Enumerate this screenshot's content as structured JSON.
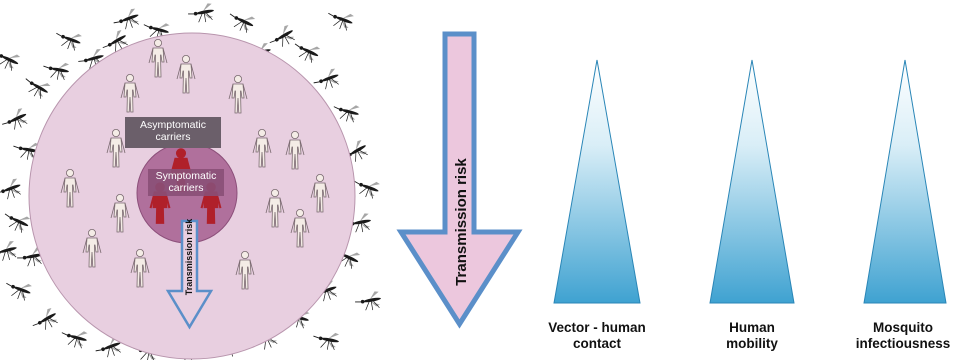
{
  "left_panel": {
    "asymptomatic_label": [
      "Asymptomatic",
      "carriers"
    ],
    "symptomatic_label": [
      "Symptomatic",
      "carriers"
    ],
    "inner_arrow_label": "Transmission risk"
  },
  "middle": {
    "arrow_label": "Transmission risk"
  },
  "factors": [
    {
      "lines": [
        "Vector - human",
        "contact"
      ]
    },
    {
      "lines": [
        "Human",
        "mobility"
      ]
    },
    {
      "lines": [
        "Mosquito",
        "infectiousness"
      ]
    }
  ],
  "colors": {
    "outer_circle": "#e8cfe0",
    "inner_circle": "#b0709c",
    "asymptomatic_box": "#6b5f6a",
    "symptomatic_figure": "#b0202a",
    "carrier_figure": "#f4ece6",
    "arrow_fill": "#ecc7dd",
    "arrow_stroke": "#5b8fc9",
    "triangle_top": "#ffffff",
    "triangle_bottom": "#3fa2d1",
    "mosquito": "#1a1a1a"
  },
  "icons": [
    "mosquito-icon",
    "human-figure-icon"
  ]
}
